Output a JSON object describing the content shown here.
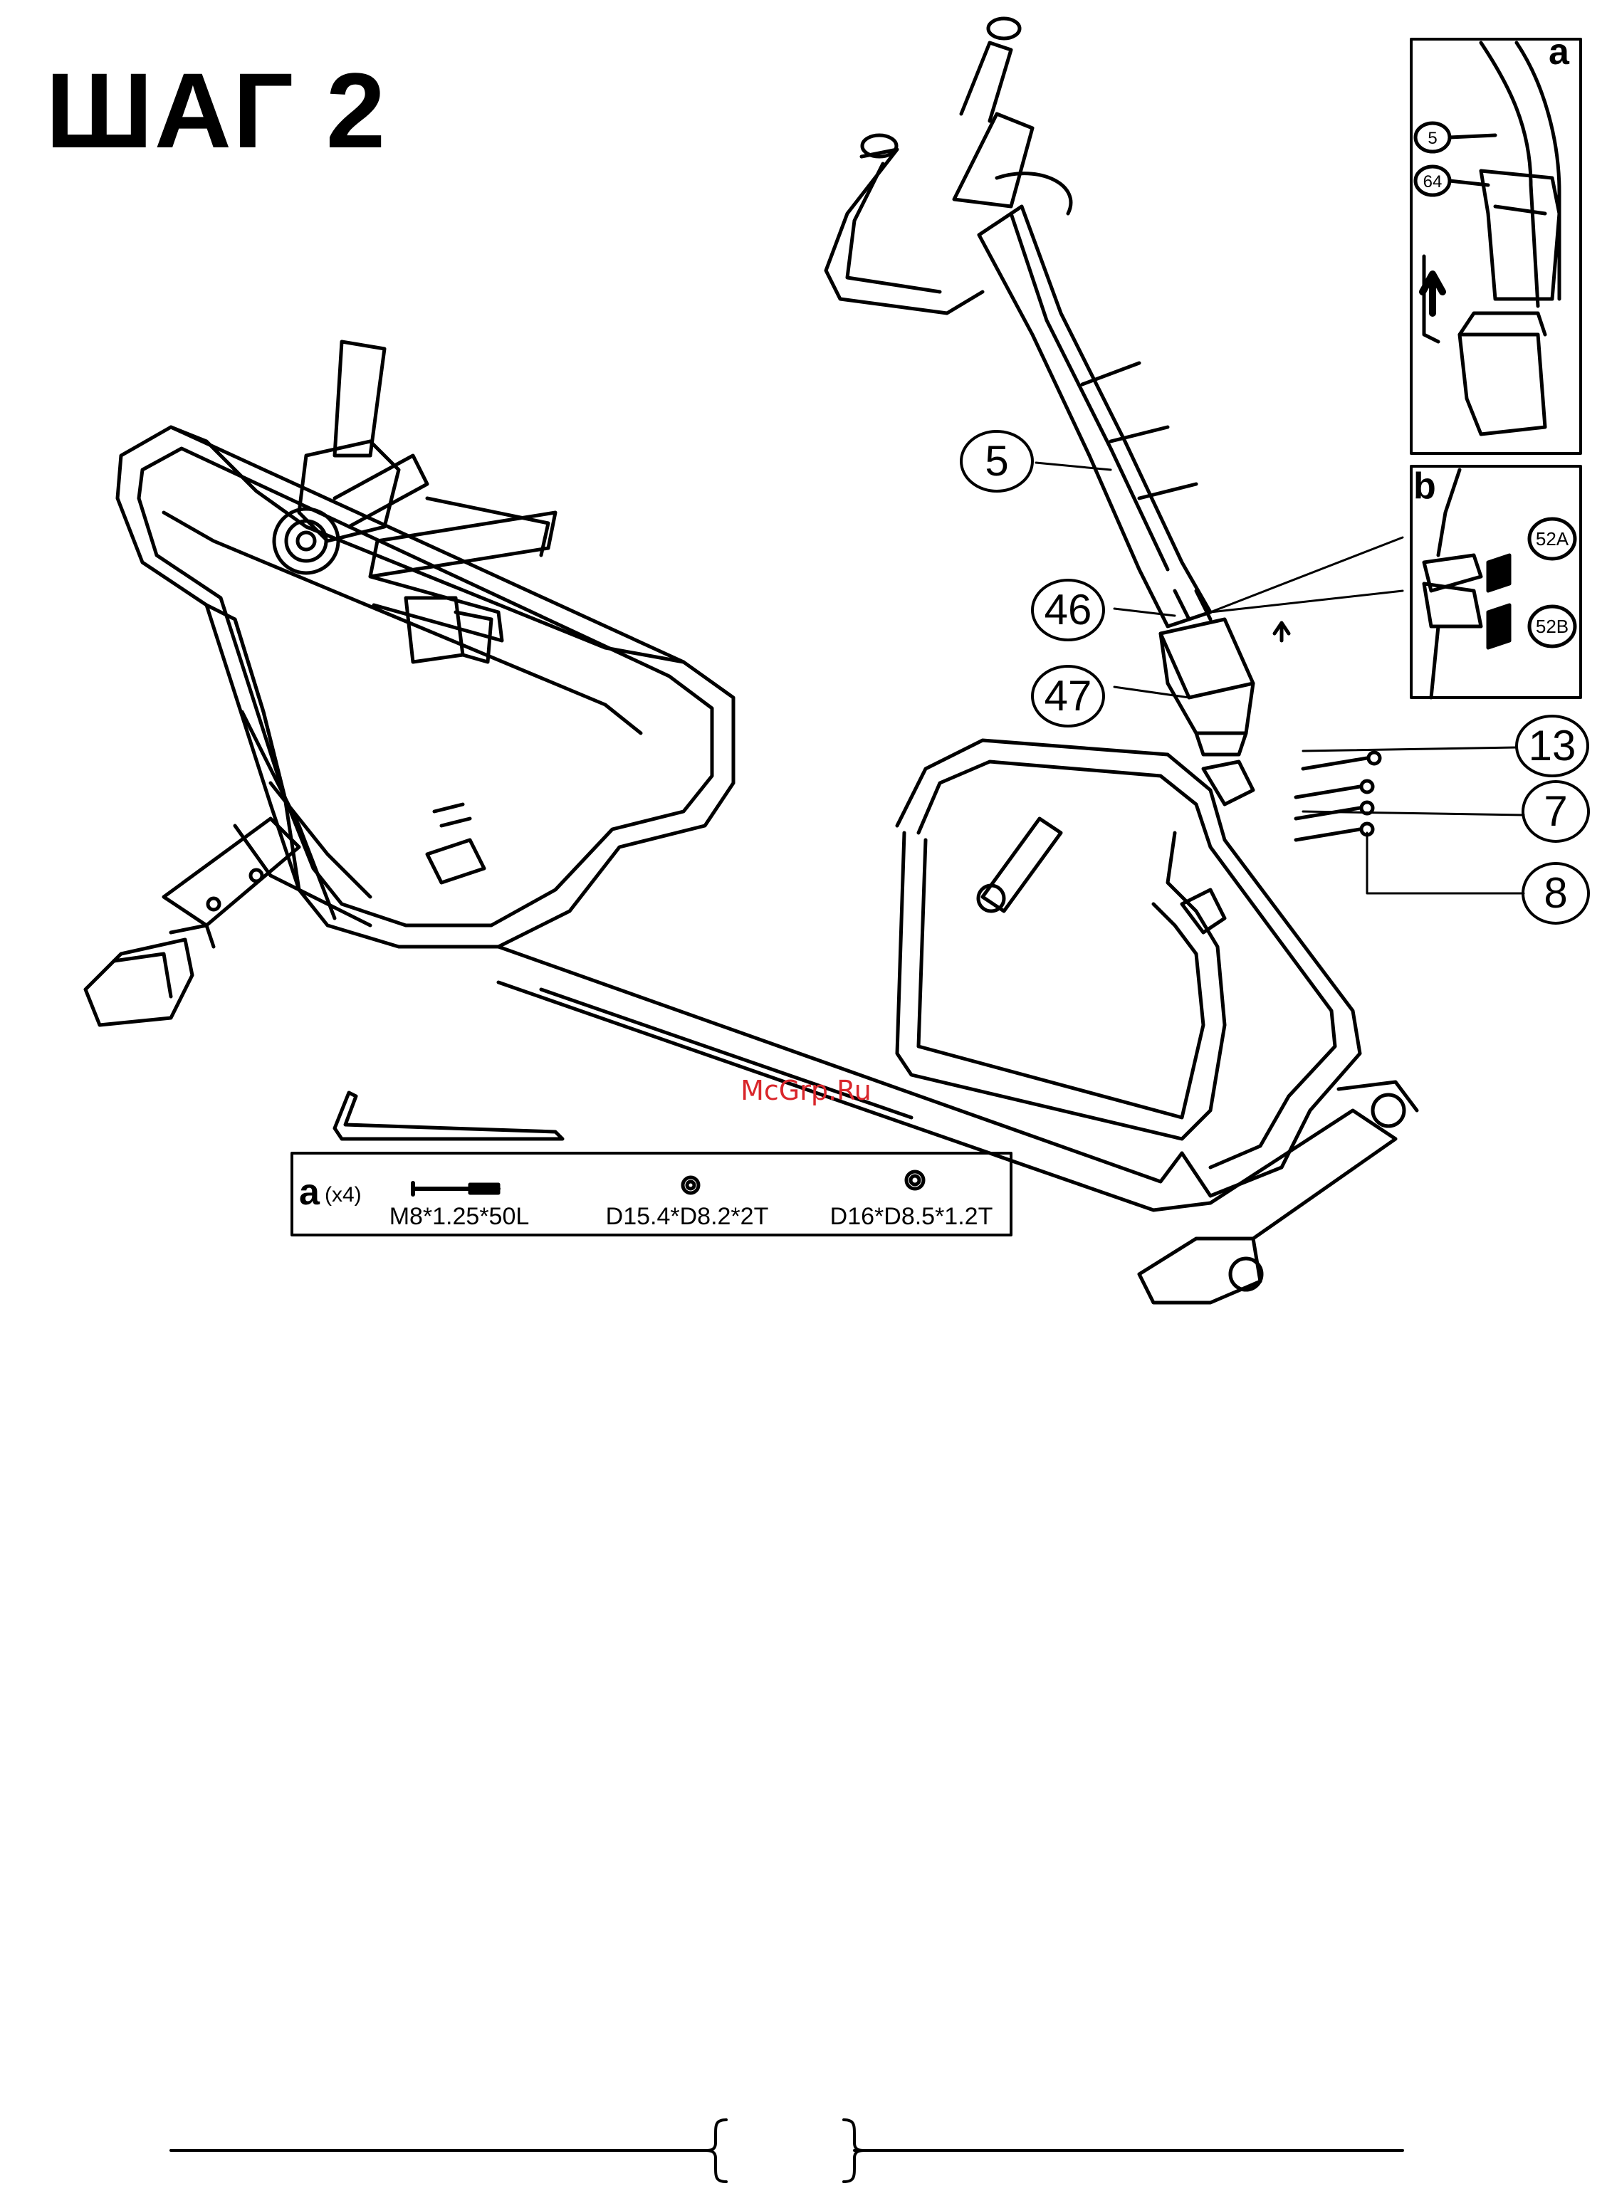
{
  "page": {
    "title": "ШАГ 2"
  },
  "callouts": {
    "p5": "5",
    "p46": "46",
    "p47": "47",
    "p13": "13",
    "p7": "7",
    "p8": "8"
  },
  "detail_a": {
    "letter": "a",
    "labels": [
      "5",
      "64"
    ]
  },
  "detail_b": {
    "letter": "b",
    "labels": [
      "52A",
      "52B"
    ]
  },
  "hardware": {
    "letter": "a",
    "qty": "(x4)",
    "items": [
      "M8*1.25*50L",
      "D15.4*D8.2*2T",
      "D16*D8.5*1.2T"
    ]
  },
  "watermark": "McGrp.Ru",
  "footer": {
    "page_number": ""
  }
}
